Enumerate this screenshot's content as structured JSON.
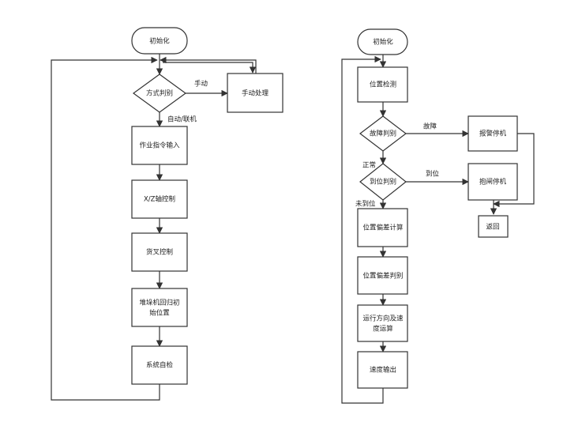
{
  "left_flow": {
    "start": "初始化",
    "decision_mode": "方式判别",
    "label_manual": "手动",
    "manual_process": "手动处理",
    "label_auto": "自动/联机",
    "step_command": "作业指令输入",
    "step_xz": "X/Z轴控制",
    "step_fork": "货叉控制",
    "step_return_line1": "堆垛机回归初",
    "step_return_line2": "始位置",
    "step_selfcheck": "系统自检"
  },
  "right_flow": {
    "start": "初始化",
    "step_position_detect": "位置检测",
    "decision_fault": "故障判别",
    "label_fault": "故障",
    "alarm_stop": "报警停机",
    "label_normal": "正常",
    "decision_arrive": "到位判别",
    "label_arrive": "到位",
    "brake_stop": "抱闸停机",
    "return_box": "返回",
    "label_not_arrive": "未到位",
    "step_deviation_calc": "位置偏差计算",
    "step_deviation_judge": "位置偏差判别",
    "step_direction_line1": "运行方向及速",
    "step_direction_line2": "度运算",
    "step_speed_output": "速度输出"
  }
}
